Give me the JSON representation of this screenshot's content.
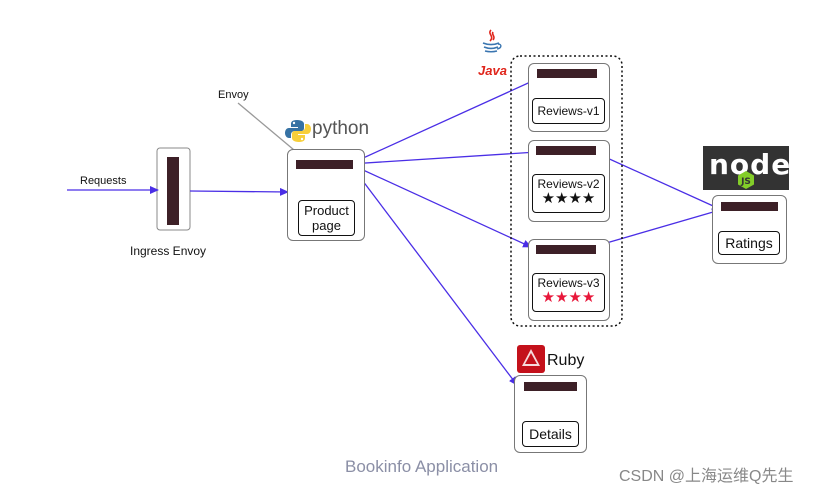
{
  "labels": {
    "requests": "Requests",
    "ingress": "Ingress Envoy",
    "envoy": "Envoy",
    "python": "python",
    "java": "Java",
    "node": "node",
    "ruby": "Ruby",
    "caption": "Bookinfo Application",
    "watermark": "CSDN @上海运维Q先生"
  },
  "services": {
    "productpage": "Product page",
    "reviews_v1": "Reviews-v1",
    "reviews_v2": "Reviews-v2",
    "reviews_v3": "Reviews-v3",
    "ratings": "Ratings",
    "details": "Details"
  },
  "stars": {
    "v2": "★★★★",
    "v3": "★★★★"
  },
  "colors": {
    "arrow": "#4a2ee6",
    "envoy_bar": "#3d2027",
    "v2_stars": "#111111",
    "v3_stars": "#e8173a",
    "java_red": "#e0251b",
    "java_blue": "#3a75b0",
    "python_blue": "#3672a4",
    "python_yellow": "#f7cf3a",
    "node_bg": "#333333",
    "node_green": "#83cd29",
    "ruby_red": "#c4111b",
    "caption": "#8b8fa6",
    "watermark": "#888888"
  },
  "icons": [
    "java-logo-icon",
    "python-logo-icon",
    "nodejs-logo-icon",
    "ruby-logo-icon"
  ]
}
